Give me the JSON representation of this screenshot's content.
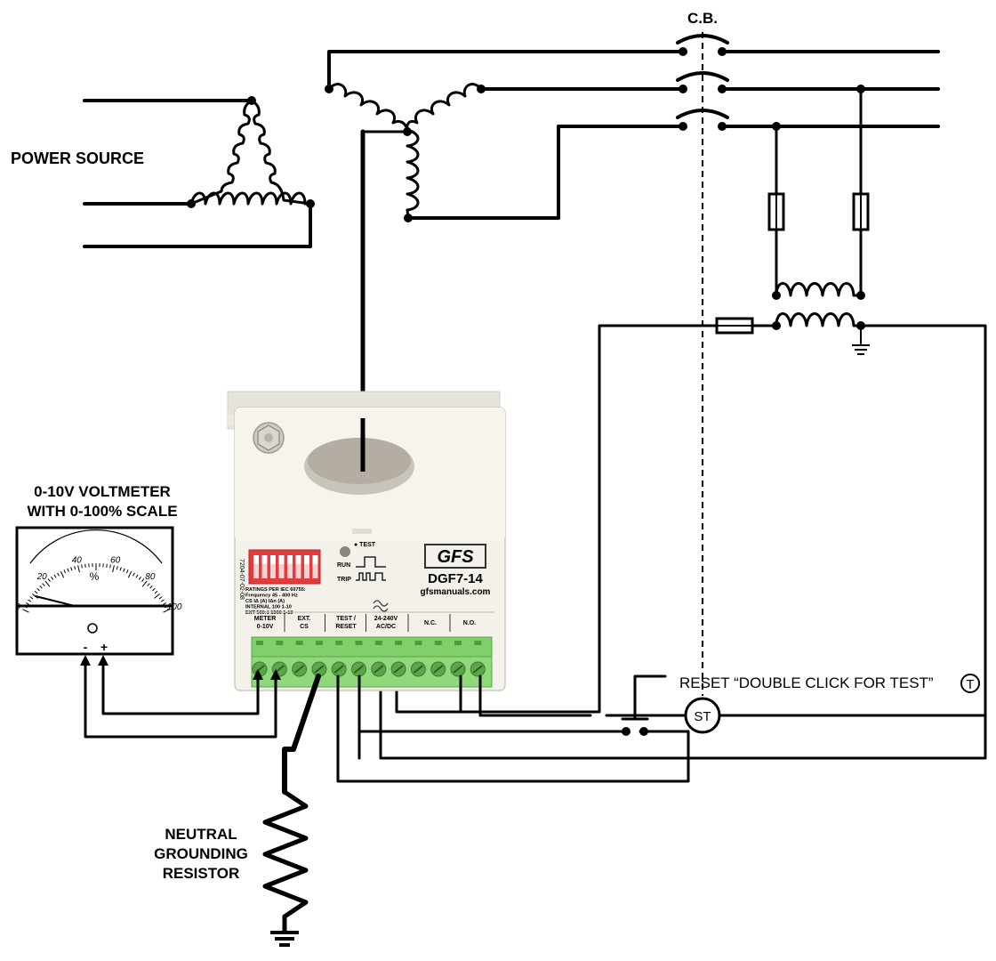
{
  "labels": {
    "cb": "C.B.",
    "power_source": "POWER SOURCE",
    "voltmeter_line1": "0-10V  VOLTMETER",
    "voltmeter_line2": "WITH 0-100% SCALE",
    "neutral_line1": "NEUTRAL",
    "neutral_line2": "GROUNDING",
    "neutral_line3": "RESISTOR",
    "reset": "RESET  “DOUBLE CLICK FOR TEST”",
    "t_symbol": "T",
    "st": "ST"
  },
  "voltmeter": {
    "scale": [
      "0",
      "20",
      "40",
      "60",
      "80",
      "100"
    ],
    "unit": "%",
    "minus": "-",
    "plus": "+",
    "needle_percent": 0.1
  },
  "relay": {
    "brand": "GFS",
    "model": "DGF7-14",
    "website": "gfsmanuals.com",
    "side_text": "7204-07-02-08",
    "test_label": "● TEST",
    "run_label": "RUN",
    "trip_label": "TRIP",
    "ratings_lines": [
      "RATINGS PER IEC 60755:",
      "Frequency   45 - 400 Hz",
      "CS              IΔ (A)    IΔn (A)",
      "INTERNAL    100    1-10",
      "EXT 500:1   1000   1-10"
    ],
    "terminal_groups": [
      "METER 0-10V",
      "EXT. CS",
      "TEST / RESET",
      "24-240V AC/DC",
      "N.C.",
      "N.O."
    ]
  },
  "colors": {
    "terminal_green": "#7fcf6a",
    "dip_red": "#e23b3b",
    "housing": "#f4f1ea"
  }
}
